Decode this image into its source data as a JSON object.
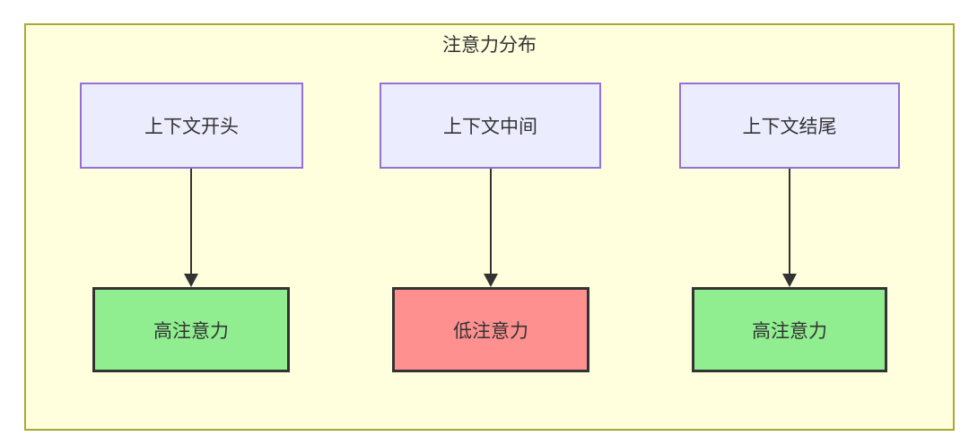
{
  "diagram": {
    "title": "注意力分布",
    "columns": [
      {
        "source": "上下文开头",
        "target": "高注意力",
        "attention": "high"
      },
      {
        "source": "上下文中间",
        "target": "低注意力",
        "attention": "low"
      },
      {
        "source": "上下文结尾",
        "target": "高注意力",
        "attention": "high"
      }
    ],
    "colors": {
      "container_bg": "#ffffde",
      "container_border": "#aaaa33",
      "source_node_bg": "#ececff",
      "source_node_border": "#9370db",
      "high_attention_bg": "#90ee90",
      "low_attention_bg": "#ff9090",
      "target_node_border": "#333333",
      "arrow": "#333333",
      "text": "#333333"
    }
  }
}
